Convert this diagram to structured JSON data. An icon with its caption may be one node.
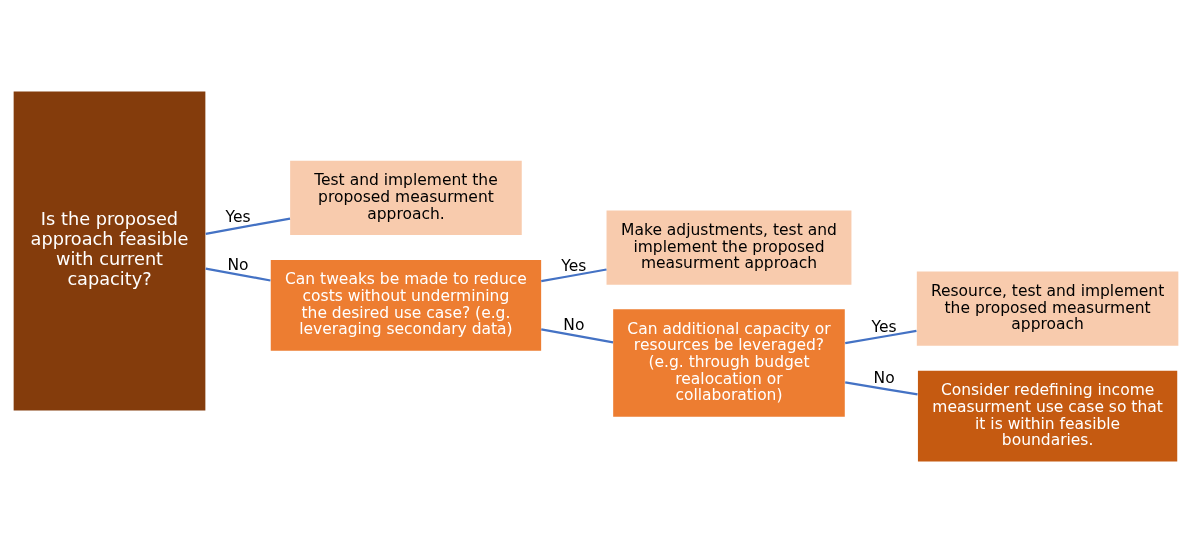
{
  "diagram": {
    "nodes": [
      {
        "text": [
          "Is the proposed approach feasible with current capacity?"
        ]
      },
      {
        "text": [
          "Test and implement the proposed measurment approach."
        ]
      },
      {
        "text": [
          "Can tweaks be made to reduce costs without undermining the desired use case? (e.g. leveraging secondary data)"
        ]
      },
      {
        "text": [
          "Make adjustments, test and implement the proposed measurment approach"
        ]
      },
      {
        "text": [
          "Can additional capacity or resources be leveraged? (e.g. through budget realocation or collaboration)"
        ]
      },
      {
        "text": [
          "Resource, test and implement the proposed measurment approach"
        ]
      },
      {
        "text": [
          "Consider redefining income measurment use case so that it is within feasible boundaries."
        ]
      }
    ],
    "edges": [
      {
        "from": 0,
        "to": 1,
        "arrow": "none",
        "label": "Yes"
      },
      {
        "from": 0,
        "to": 2,
        "arrow": "none",
        "label": "No"
      },
      {
        "from": 2,
        "to": 3,
        "arrow": "none",
        "label": "Yes"
      },
      {
        "from": 2,
        "to": 4,
        "arrow": "none",
        "label": "No"
      },
      {
        "from": 4,
        "to": 5,
        "arrow": "none",
        "label": "Yes"
      },
      {
        "from": 4,
        "to": 6,
        "arrow": "none",
        "label": "No"
      }
    ]
  }
}
